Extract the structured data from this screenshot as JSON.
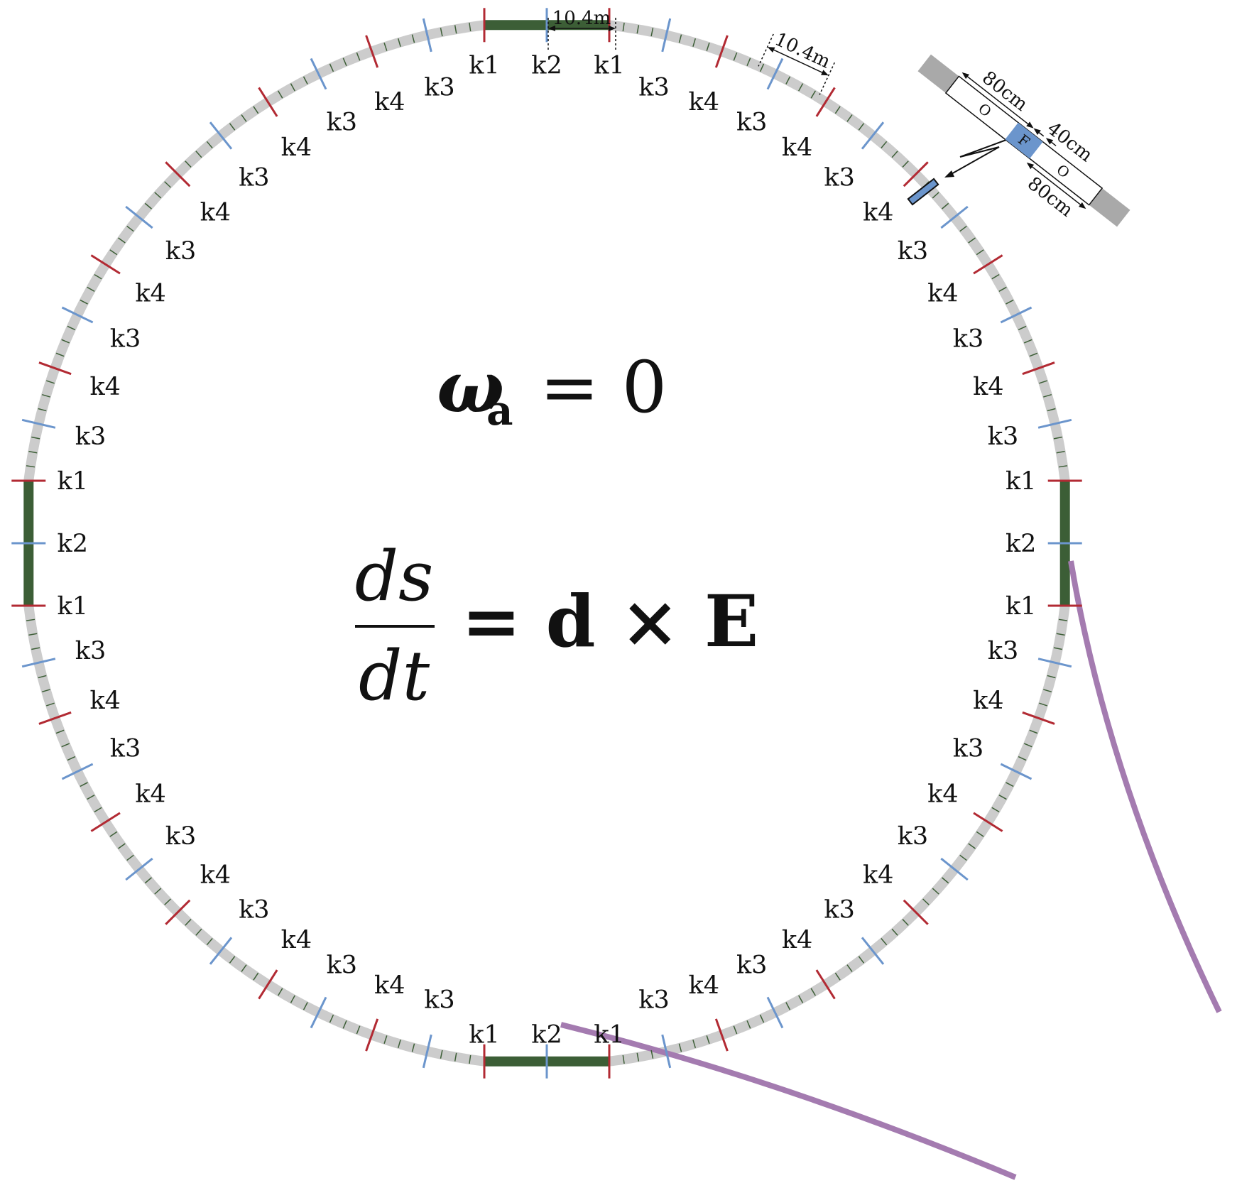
{
  "colors": {
    "ring": "#cccccc",
    "straight_section": "#3c5e36",
    "k1_k4_magnet": "#b22a33",
    "k2_k3_magnet": "#6b95cc",
    "beamline": "#a47bb0",
    "cell_end": "#a9a9a9",
    "focusing_quad": "#6b95cc"
  },
  "labels": {
    "k1": "k1",
    "k2": "k2",
    "k3": "k3",
    "k4": "k4"
  },
  "dimensions": {
    "straight_top": "10.4m",
    "arc_cell": "10.4m"
  },
  "inset": {
    "left_len": "80cm",
    "center_len": "40cm",
    "right_len": "80cm",
    "left_element": "O",
    "center_element": "F",
    "right_element": "O"
  },
  "equations": {
    "precession_symbol": "ω",
    "precession_subscript": "a",
    "precession_rhs": "= 0",
    "numerator": "ds",
    "denominator": "dt",
    "rhs": "= d × E"
  }
}
